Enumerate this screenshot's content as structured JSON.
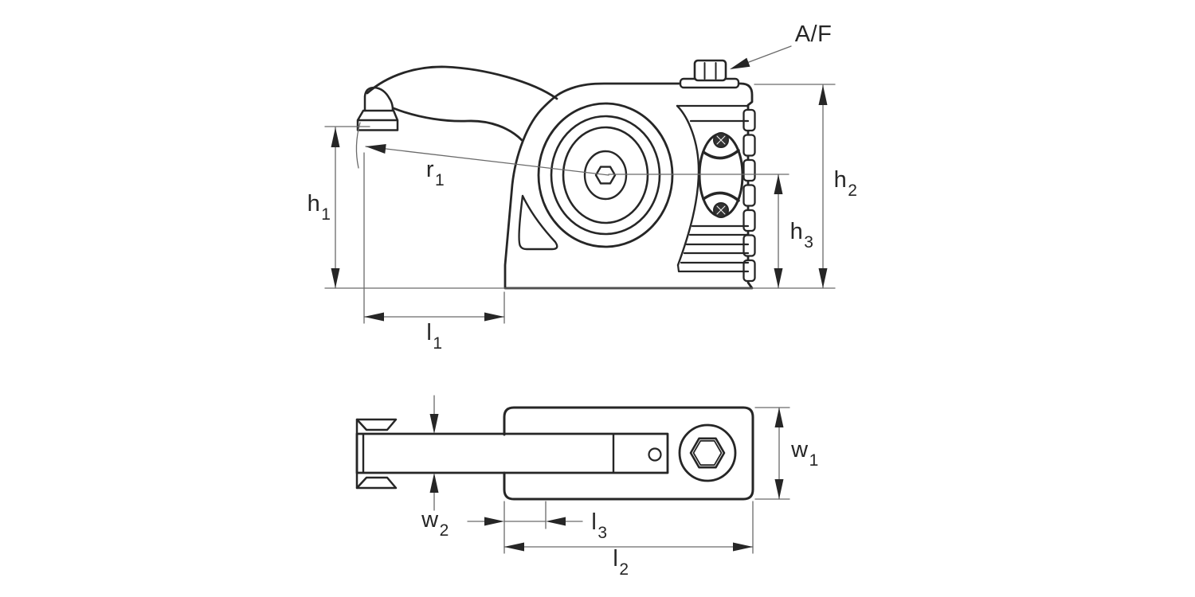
{
  "figure": {
    "colors": {
      "background": "#ffffff",
      "line": "#262626",
      "thin_line": "#6a6a6a"
    },
    "labels": {
      "af": {
        "base": "A/F",
        "sub": ""
      },
      "h1": {
        "base": "h",
        "sub": "1"
      },
      "h2": {
        "base": "h",
        "sub": "2"
      },
      "h3": {
        "base": "h",
        "sub": "3"
      },
      "r1": {
        "base": "r",
        "sub": "1"
      },
      "l1": {
        "base": "l",
        "sub": "1"
      },
      "l2": {
        "base": "l",
        "sub": "2"
      },
      "l3": {
        "base": "l",
        "sub": "3"
      },
      "w1": {
        "base": "w",
        "sub": "1"
      },
      "w2": {
        "base": "w",
        "sub": "2"
      }
    }
  }
}
